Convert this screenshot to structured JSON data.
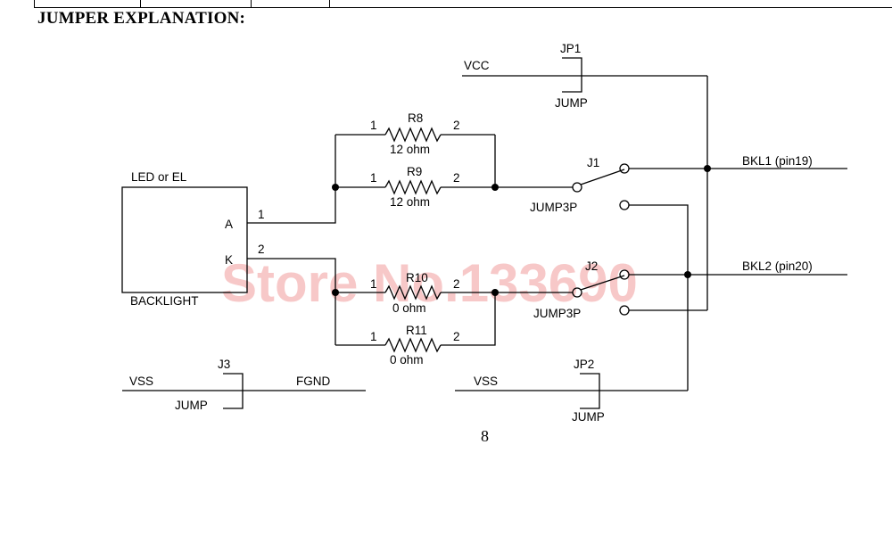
{
  "title": "JUMPER EXPLANATION:",
  "page_number": "8",
  "watermark": "Store No.133690",
  "labels": {
    "vcc": "VCC",
    "jp1": "JP1",
    "jp1_jump": "JUMP",
    "r8": "R8",
    "r8_value": "12 ohm",
    "r9": "R9",
    "r9_value": "12 ohm",
    "r10": "R10",
    "r10_value": "0 ohm",
    "r11": "R11",
    "r11_value": "0 ohm",
    "pin1": "1",
    "pin2": "2",
    "led_box": "LED or EL",
    "anode": "A",
    "cathode": "K",
    "backlight": "BACKLIGHT",
    "j1": "J1",
    "j1_type": "JUMP3P",
    "j2": "J2",
    "j2_type": "JUMP3P",
    "bkl1": "BKL1 (pin19)",
    "bkl2": "BKL2 (pin20)",
    "j3": "J3",
    "j3_jump": "JUMP",
    "vss_left": "VSS",
    "fgnd": "FGND",
    "vss_right": "VSS",
    "jp2": "JP2",
    "jp2_jump": "JUMP"
  }
}
